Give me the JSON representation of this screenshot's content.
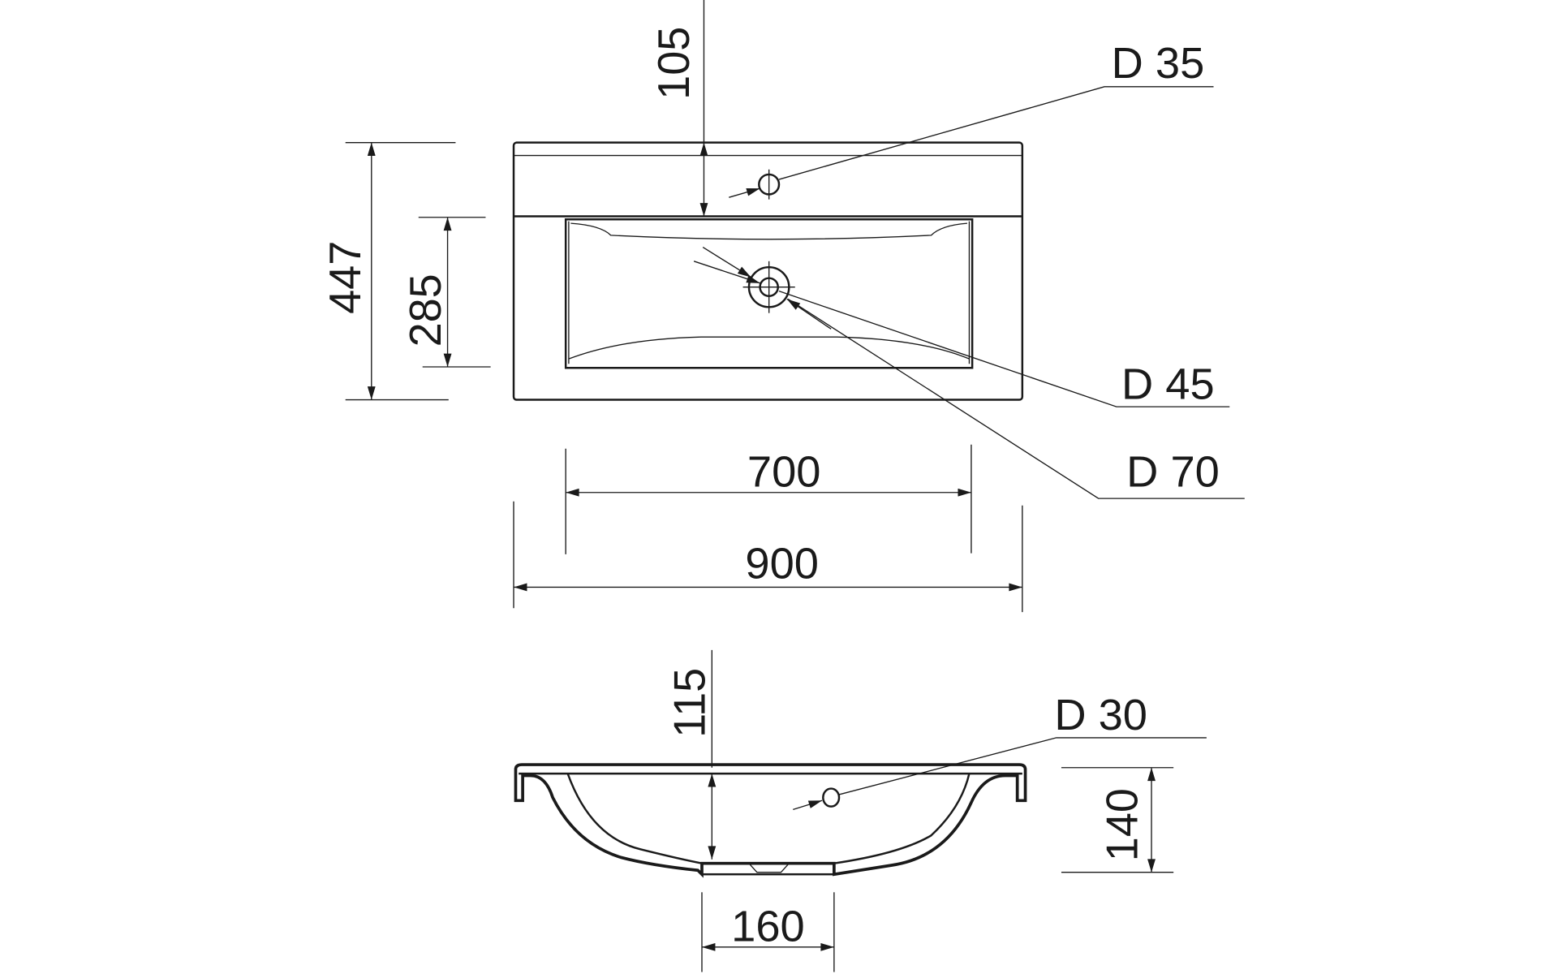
{
  "drawing": {
    "top_view": {
      "dim_ledge_depth": "105",
      "dim_total_depth": "447",
      "dim_bowl_depth": "285",
      "dim_bowl_width": "700",
      "dim_total_width": "900",
      "tap_hole": "D 35",
      "drain_hole": "D 45",
      "drain_outer": "D 70"
    },
    "side_view": {
      "dim_bowl_height": "115",
      "overflow_hole": "D 30",
      "dim_total_height": "140",
      "dim_drain_width": "160"
    },
    "line_color": "#1a1a1a"
  }
}
